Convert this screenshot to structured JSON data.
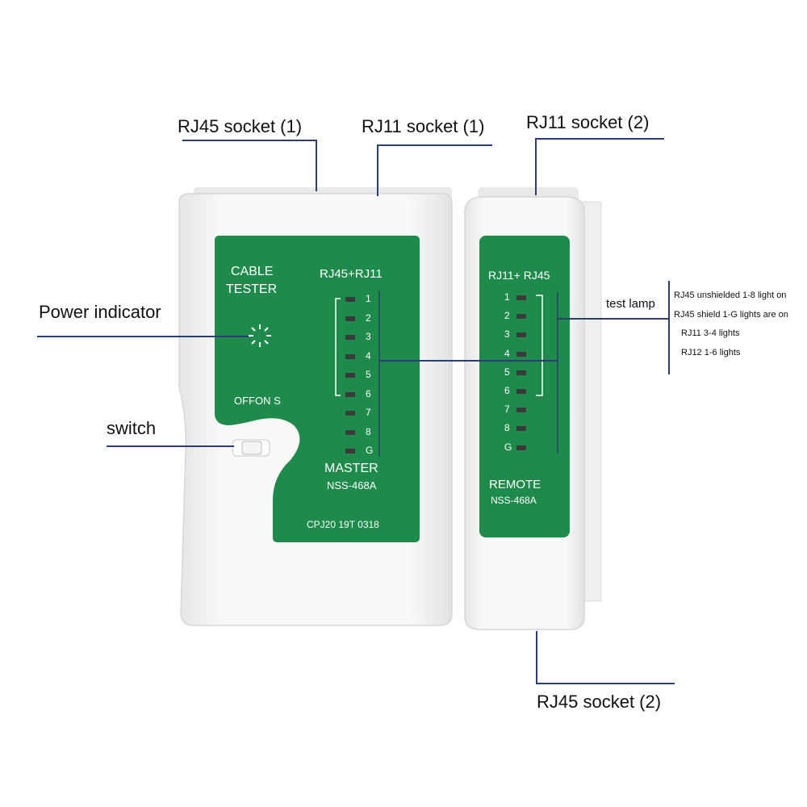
{
  "callouts": {
    "rj45_socket_1": "RJ45 socket (1)",
    "rj11_socket_1": "RJ11 socket (1)",
    "rj11_socket_2": "RJ11 socket (2)",
    "power_indicator": "Power indicator",
    "switch": "switch",
    "test_lamp": "test lamp",
    "rj45_socket_2": "RJ45 socket (2)"
  },
  "notes": [
    "RJ45 unshielded 1-8 light on",
    "RJ45 shield 1-G lights are on",
    "RJ11 3-4 lights",
    "RJ12 1-6 lights"
  ],
  "master": {
    "title_line1": "CABLE",
    "title_line2": "TESTER",
    "header": "RJ45+RJ11",
    "switch_label": "OFFON S",
    "name": "MASTER",
    "model": "NSS-468A",
    "serial": "CPJ20  19T  0318",
    "leds": [
      "1",
      "2",
      "3",
      "4",
      "5",
      "6",
      "7",
      "8",
      "G"
    ]
  },
  "remote": {
    "header": "RJ11+ RJ45",
    "name": "REMOTE",
    "model": "NSS-468A",
    "leds": [
      "1",
      "2",
      "3",
      "4",
      "5",
      "6",
      "7",
      "8",
      "G"
    ]
  },
  "colors": {
    "panel_green": "#1e8a4c",
    "body_white": "#f4f5f4",
    "leader_line": "#2c3e6b"
  }
}
